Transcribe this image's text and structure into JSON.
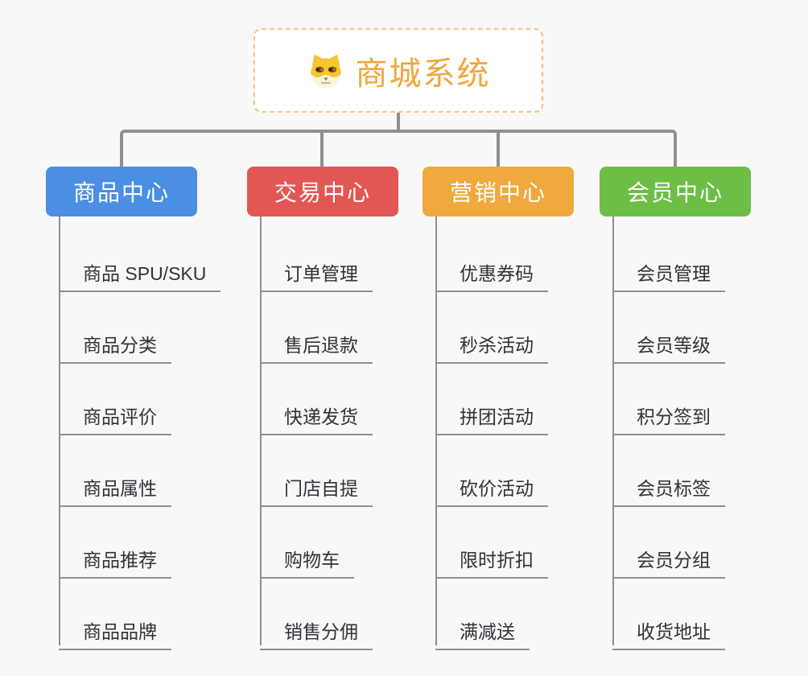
{
  "page": {
    "background": "#f8f8f8",
    "connector_color": "#8f8f8f"
  },
  "root": {
    "title": "商城系统",
    "icon": "dog-face-icon",
    "text_color": "#f0a73b",
    "border_color": "#f2c583",
    "background": "#ffffff"
  },
  "branches": [
    {
      "label": "商品中心",
      "color": "#4a8fe4",
      "items": [
        "商品 SPU/SKU",
        "商品分类",
        "商品评价",
        "商品属性",
        "商品推荐",
        "商品品牌"
      ]
    },
    {
      "label": "交易中心",
      "color": "#e25754",
      "items": [
        "订单管理",
        "售后退款",
        "快递发货",
        "门店自提",
        "购物车",
        "销售分佣"
      ]
    },
    {
      "label": "营销中心",
      "color": "#efa93d",
      "items": [
        "优惠券码",
        "秒杀活动",
        "拼团活动",
        "砍价活动",
        "限时折扣",
        "满减送"
      ]
    },
    {
      "label": "会员中心",
      "color": "#6dbe45",
      "items": [
        "会员管理",
        "会员等级",
        "积分签到",
        "会员标签",
        "会员分组",
        "收货地址"
      ]
    }
  ]
}
